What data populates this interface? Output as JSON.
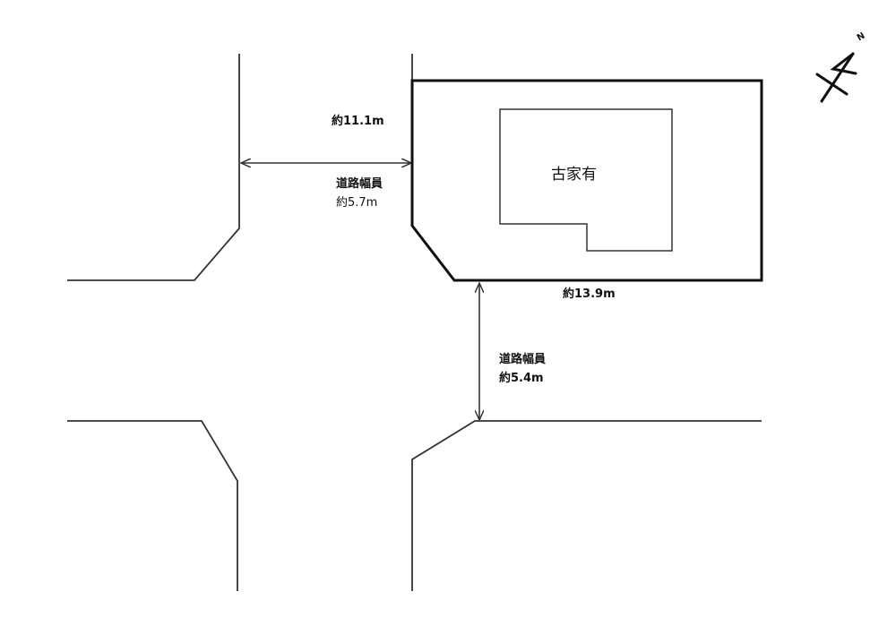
{
  "site_plan": {
    "building_label": "古家有",
    "frontage_west": "約11.1m",
    "road_west_title": "道路幅員",
    "road_west_width": "約5.7m",
    "frontage_south": "約13.9m",
    "road_south_title": "道路幅員",
    "road_south_width": "約5.4m",
    "north_marker": "N"
  },
  "colors": {
    "line": "#222222",
    "background": "#ffffff"
  }
}
